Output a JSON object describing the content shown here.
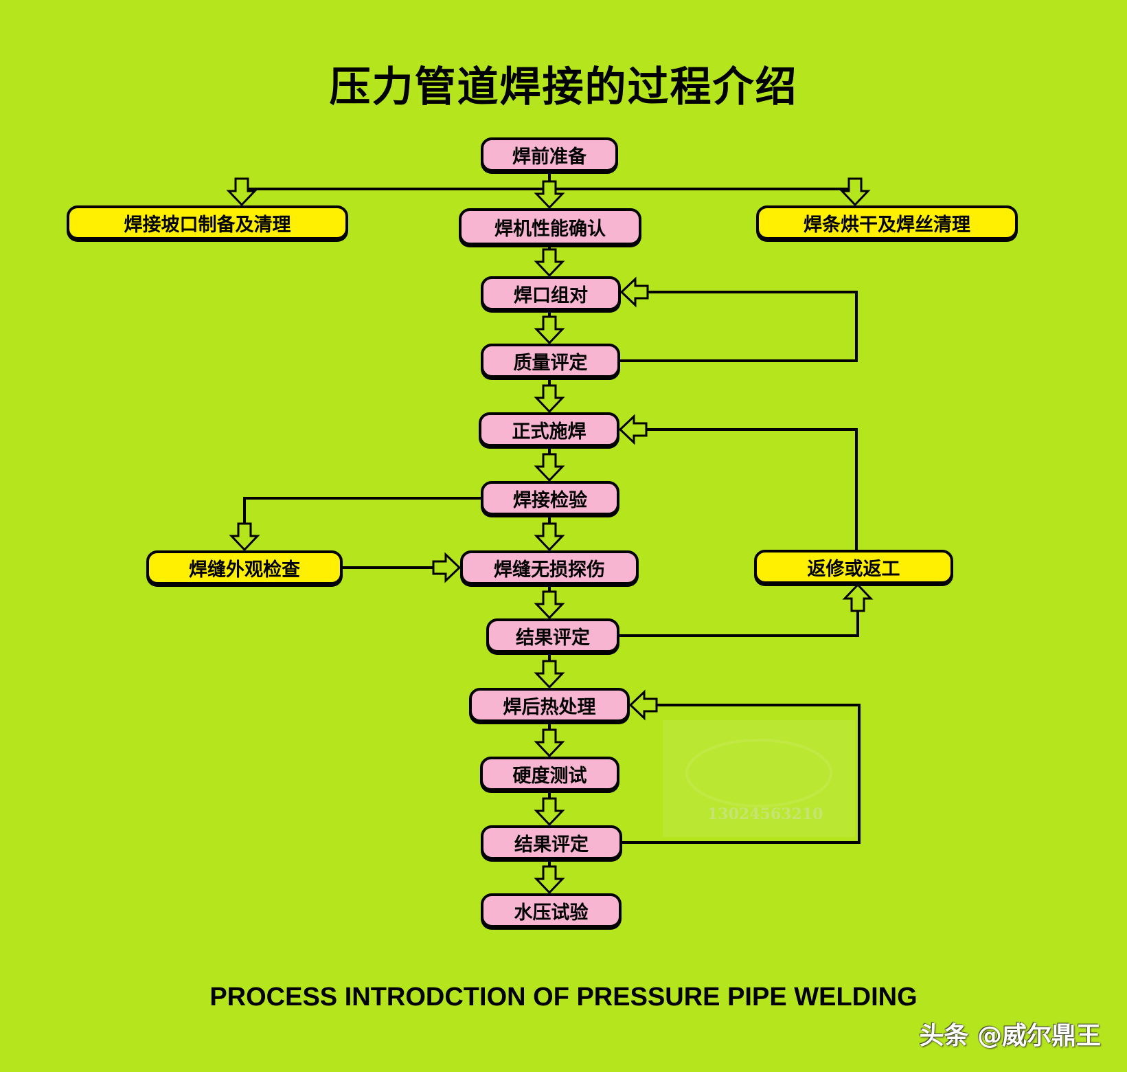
{
  "title": "压力管道焊接的过程介绍",
  "subtitle": "PROCESS INTRODCTION OF PRESSURE PIPE WELDING",
  "credit": "头条 @威尔鼎王",
  "watermark_number": "13024563210",
  "colors": {
    "background": "#b5e61d",
    "main_step": "#f8b5d2",
    "side_step": "#ffef00"
  },
  "nodes": {
    "prep": "焊前准备",
    "groove": "焊接坡口制备及清理",
    "machine": "焊机性能确认",
    "electrode": "焊条烘干及焊丝清理",
    "fitup": "焊口组对",
    "quality": "质量评定",
    "formal": "正式施焊",
    "inspect": "焊接检验",
    "visual": "焊缝外观检查",
    "ndt": "焊缝无损探伤",
    "repair": "返修或返工",
    "result1": "结果评定",
    "pwht": "焊后热处理",
    "hardness": "硬度测试",
    "result2": "结果评定",
    "hydro": "水压试验"
  }
}
